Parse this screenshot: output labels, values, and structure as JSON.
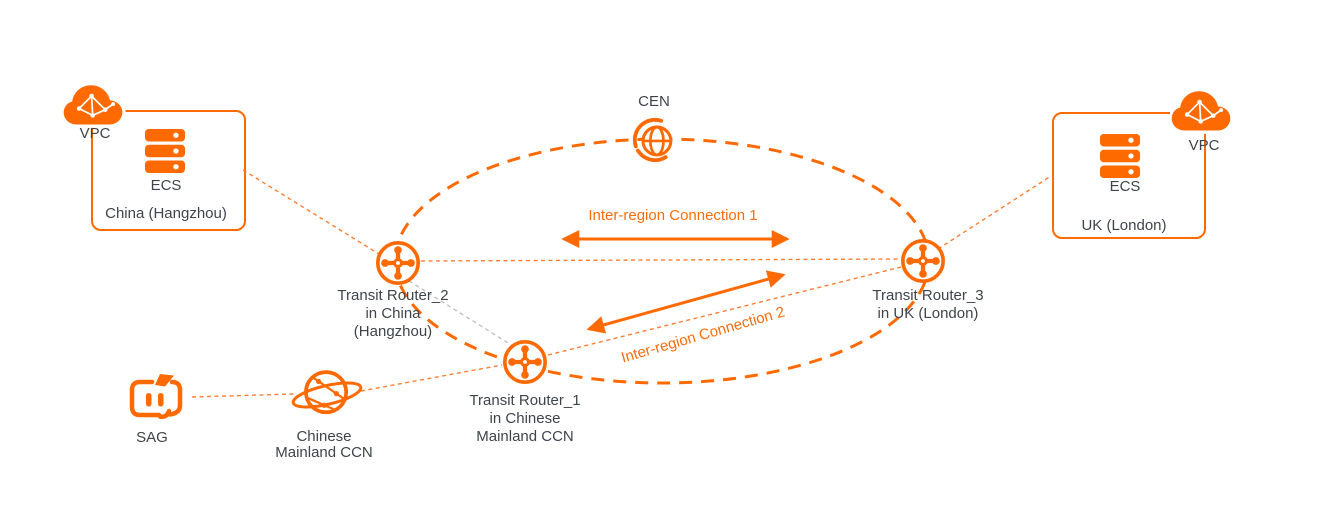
{
  "colors": {
    "accent": "#FF6A00",
    "thin_line": "#FF7E33",
    "gray_line": "#BDBDBD",
    "label_text": "#3F444C"
  },
  "cen": {
    "label": "CEN"
  },
  "vpc_hangzhou": {
    "vpc_label": "VPC",
    "ecs_label": "ECS",
    "region_label": "China (Hangzhou)"
  },
  "vpc_london": {
    "vpc_label": "VPC",
    "ecs_label": "ECS",
    "region_label": "UK (London)"
  },
  "routers": {
    "tr1": {
      "line1": "Transit Router_1",
      "line2": "in Chinese",
      "line3": "Mainland CCN"
    },
    "tr2": {
      "line1": "Transit Router_2",
      "line2": "in China",
      "line3": "(Hangzhou)"
    },
    "tr3": {
      "line1": "Transit Router_3",
      "line2": "in UK (London)"
    }
  },
  "sag": {
    "label": "SAG"
  },
  "ccn": {
    "line1": "Chinese",
    "line2": "Mainland CCN"
  },
  "connections": {
    "conn1": {
      "label": "Inter-region Connection 1"
    },
    "conn2": {
      "label": "Inter-region Connection 2"
    }
  },
  "icons": {
    "vpc": "cloud-network-icon",
    "ecs": "server-stack-icon",
    "cen": "globe-circular-arrows-icon",
    "transit_router": "router-cross-icon",
    "sag": "smart-access-gateway-icon",
    "ccn": "globe-orbit-icon"
  }
}
